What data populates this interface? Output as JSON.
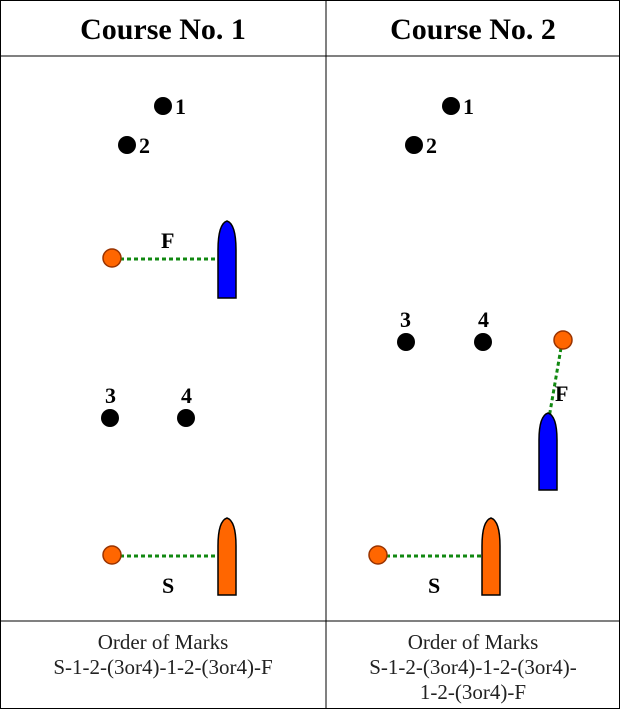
{
  "course1": {
    "title": "Course No. 1",
    "order_heading": "Order of Marks",
    "order_line1": "S-1-2-(3or4)-1-2-(3or4)-F",
    "marks": {
      "m1": "1",
      "m2": "2",
      "m3": "3",
      "m4": "4"
    },
    "finish_label": "F",
    "start_label": "S"
  },
  "course2": {
    "title": "Course No. 2",
    "order_heading": "Order of Marks",
    "order_line1": "S-1-2-(3or4)-1-2-(3or4)-",
    "order_line2": "1-2-(3or4)-F",
    "marks": {
      "m1": "1",
      "m2": "2",
      "m3": "3",
      "m4": "4"
    },
    "finish_label": "F",
    "start_label": "S"
  },
  "colors": {
    "mark": "#000000",
    "buoy": "#ff6600",
    "finish_boat": "#0000ff",
    "start_boat": "#ff6600",
    "line": "#118811"
  }
}
